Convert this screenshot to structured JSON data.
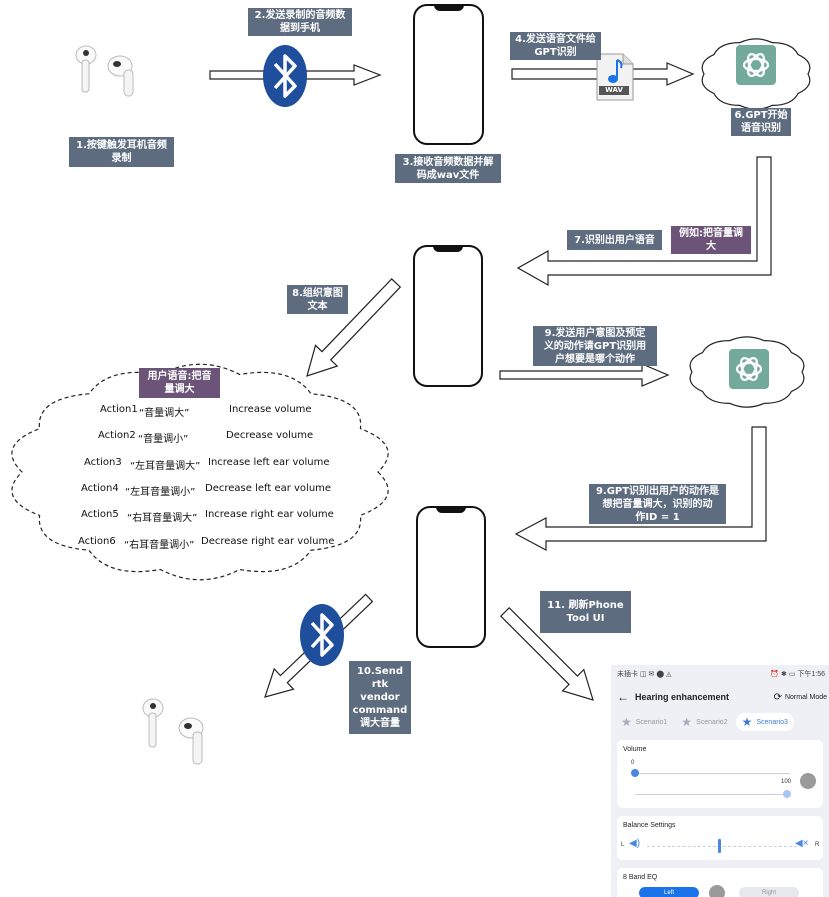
{
  "labels": {
    "step1": "1.按键触发耳机音频\n录制",
    "step2": "2.发送录制的音频数\n据到手机",
    "step3": "3.接收音频数据并解\n码成wav文件",
    "step4": "4.发送语音文件给\nGPT识别",
    "step6": "6.GPT开始\n语音识别",
    "step7": "7.识别出用户语音",
    "example": "例如:把音量调\n大",
    "step8": "8.组织意图\n文本",
    "step9a": "9.发送用户意图及预定\n义的动作请GPT识别用\n户想要是哪个动作",
    "user_speech": "用户语音:把音\n量调大",
    "step9b": "9.GPT识别出用户的动作是\n想把音量调大，识别的动\n作ID = 1",
    "step10": "10.Send rtk\nvendor\ncommand\n调大音量",
    "step11": "11. 刷新Phone\nTool UI"
  },
  "wav_label": "WAV",
  "actions": [
    {
      "id": "Action1",
      "phrase": "“音量调大”",
      "desc": "Increase volume"
    },
    {
      "id": "Action2",
      "phrase": "“音量调小”",
      "desc": "Decrease volume"
    },
    {
      "id": "Action3",
      "phrase": "“左耳音量调大”",
      "desc": "Increase left ear volume"
    },
    {
      "id": "Action4",
      "phrase": "“左耳音量调小”",
      "desc": "Decrease left ear volume"
    },
    {
      "id": "Action5",
      "phrase": "“右耳音量调大”",
      "desc": "Increase right ear volume"
    },
    {
      "id": "Action6",
      "phrase": "“右耳音量调小”",
      "desc": "Decrease right ear volume"
    }
  ],
  "app": {
    "status_left": "未插卡 ◫ ✉ ⬤ ◬",
    "status_right": "⏰ ✱ ▭ 下午1:56",
    "title": "Hearing enhancement",
    "mode": "Normal Mode",
    "tabs": [
      "Scenario1",
      "Scenario2",
      "Scenario3"
    ],
    "active_tab": "Scenario3",
    "volume_title": "Volume",
    "volume_min": "0",
    "volume_max": "100",
    "volume_level": 0,
    "balance_title": "Balance Settings",
    "balance_left": "L",
    "balance_right": "R",
    "eq_title": "8 Band EQ",
    "eq_btn_left": "Left",
    "eq_btn_right": "Right"
  },
  "colors": {
    "label_bg": "#5d6c7e",
    "label_purple": "#6b5478",
    "bluetooth": "#1f4e9c",
    "gpt_green": "#74aa9c",
    "accent_blue": "#4a86e8"
  }
}
